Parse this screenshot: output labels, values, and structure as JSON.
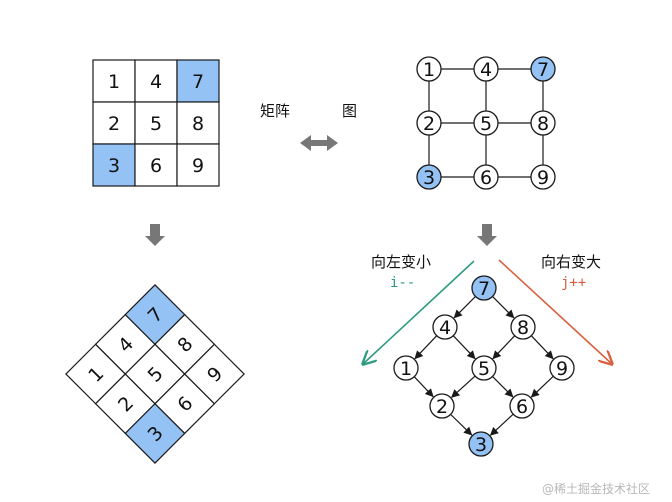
{
  "colors": {
    "highlight": "#94c2f5",
    "stroke": "#1a1a1a",
    "arrow_gray": "#777777",
    "left_arrow": "#2e9a80",
    "right_arrow": "#d9603f"
  },
  "matrix": {
    "rows": [
      [
        "1",
        "4",
        "7"
      ],
      [
        "2",
        "5",
        "8"
      ],
      [
        "3",
        "6",
        "9"
      ]
    ],
    "highlighted": [
      "7",
      "3"
    ]
  },
  "labels": {
    "matrix": "矩阵",
    "graph": "图",
    "left_title": "向左变小",
    "left_code": "i--",
    "right_title": "向右变大",
    "right_code": "j++"
  },
  "graph": {
    "rows": [
      [
        "1",
        "4",
        "7"
      ],
      [
        "2",
        "5",
        "8"
      ],
      [
        "3",
        "6",
        "9"
      ]
    ],
    "highlighted": [
      "7",
      "3"
    ]
  },
  "tree": {
    "nodes": [
      "7",
      "4",
      "8",
      "1",
      "5",
      "9",
      "2",
      "6",
      "3"
    ],
    "edges": [
      [
        "7",
        "4"
      ],
      [
        "7",
        "8"
      ],
      [
        "4",
        "1"
      ],
      [
        "4",
        "5"
      ],
      [
        "8",
        "5"
      ],
      [
        "8",
        "9"
      ],
      [
        "1",
        "2"
      ],
      [
        "5",
        "2"
      ],
      [
        "5",
        "6"
      ],
      [
        "9",
        "6"
      ],
      [
        "2",
        "3"
      ],
      [
        "6",
        "3"
      ]
    ],
    "highlighted": [
      "7",
      "3"
    ]
  },
  "icons": {
    "down_arrow": "down-arrow-icon",
    "double_arrow": "double-arrow-icon"
  },
  "watermark": "@稀土掘金技术社区"
}
